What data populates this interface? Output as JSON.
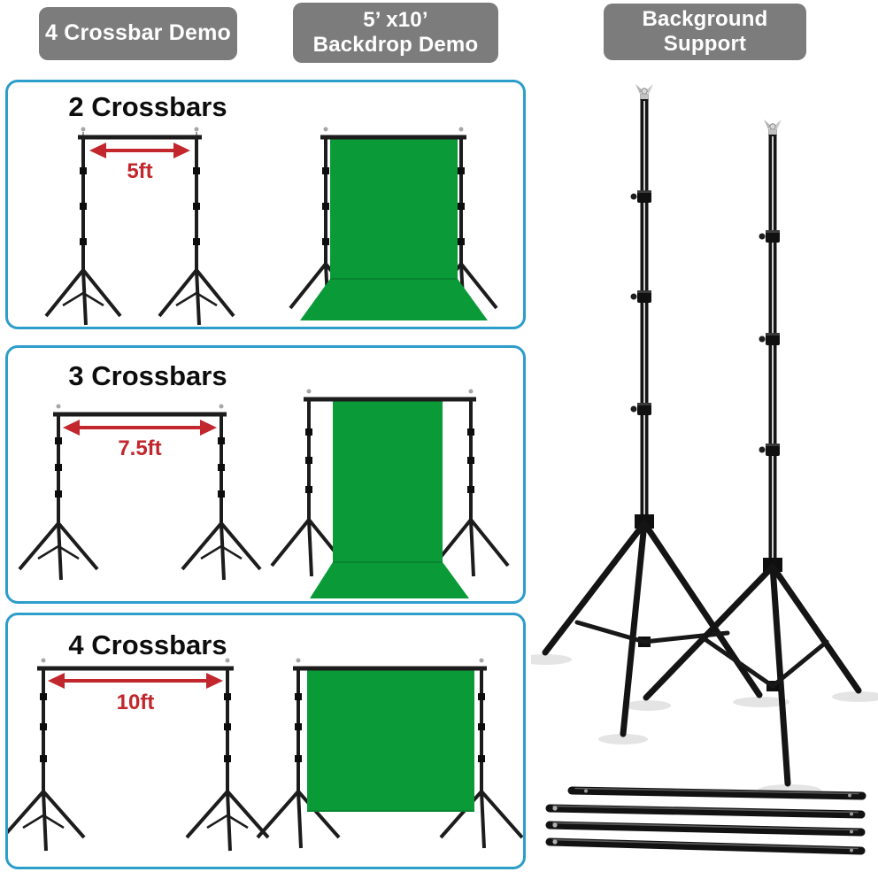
{
  "header": {
    "buttons": [
      {
        "lines": [
          "4 Crossbar Demo"
        ]
      },
      {
        "lines": [
          "5’ x10’",
          "Backdrop Demo"
        ]
      },
      {
        "lines": [
          "Background",
          "Support"
        ]
      }
    ]
  },
  "panels": [
    {
      "title": "2 Crossbars",
      "measure": "5ft"
    },
    {
      "title": "3 Crossbars",
      "measure": "7.5ft"
    },
    {
      "title": "4 Crossbars",
      "measure": "10ft"
    }
  ],
  "colors": {
    "header_bg": "#7c7c7c",
    "header_text": "#ffffff",
    "panel_border": "#2d9dc9",
    "accent_red": "#c1272d",
    "backdrop_green": "#0a9a38",
    "metal_black": "#161616"
  }
}
